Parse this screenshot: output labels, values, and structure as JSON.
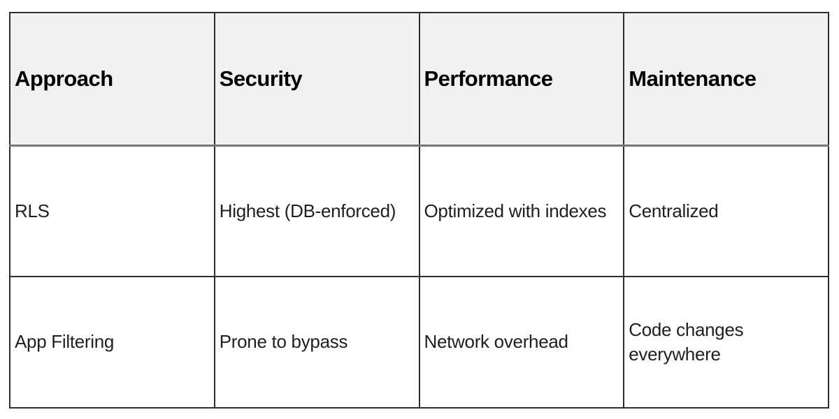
{
  "table": {
    "columns": [
      "Approach",
      "Security",
      "Performance",
      "Maintenance"
    ],
    "rows": [
      [
        "RLS",
        "Highest (DB-enforced)",
        "Optimized with indexes",
        "Centralized"
      ],
      [
        "App Filtering",
        "Prone to bypass",
        "Network overhead",
        "Code changes everywhere"
      ]
    ],
    "colors": {
      "header_bg": "#f1f1f1",
      "body_bg": "#ffffff",
      "border_dark": "#2d2d2d",
      "header_divider": "#767676",
      "header_text": "#000000",
      "body_text": "#1f1f1f"
    }
  }
}
